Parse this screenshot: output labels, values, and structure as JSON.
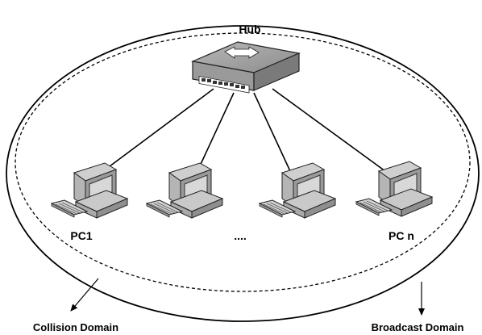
{
  "diagram": {
    "hub": {
      "label": "Hub"
    },
    "pcs": [
      {
        "label": "PC1"
      },
      {
        "label": ""
      },
      {
        "label": ""
      },
      {
        "label": "PC n"
      }
    ],
    "ellipsis": "....",
    "domains": {
      "collision": "Collision Domain",
      "broadcast": "Broadcast Domain"
    }
  }
}
